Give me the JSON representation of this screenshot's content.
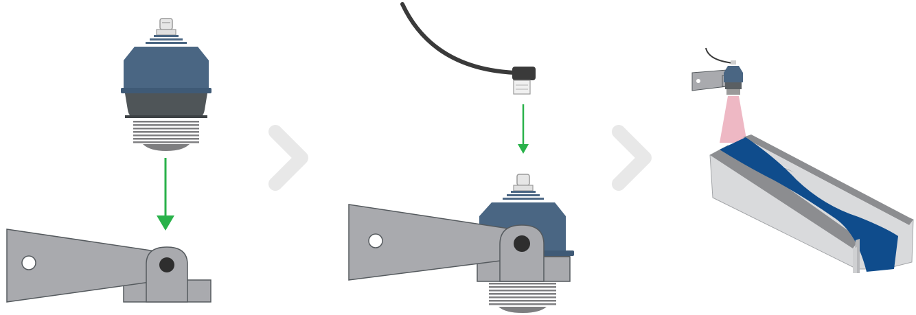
{
  "steps": [
    {
      "id": "step-1",
      "action": "insert-sensor-into-mounting-bracket"
    },
    {
      "id": "step-2",
      "action": "connect-angled-cable-connector"
    },
    {
      "id": "step-3",
      "action": "mount-over-open-channel-flow"
    }
  ],
  "icons": {
    "next_step": "chevron-right-icon",
    "direction": "arrow-down-icon",
    "sensor": "radar-sensor-icon",
    "bracket": "mounting-bracket-icon",
    "cable": "cable-connector-icon",
    "channel": "open-channel-icon"
  },
  "colors": {
    "sensor_body": "#4a6683",
    "sensor_base": "#4f5558",
    "bracket": "#a9aaae",
    "bracket_stroke": "#555a5e",
    "arrow": "#29b24a",
    "chevron": "#e8e8e8",
    "cable": "#3a3a3a",
    "water": "#0f4c8c",
    "beam": "#e8a0b0",
    "concrete": "#d9dadc"
  }
}
